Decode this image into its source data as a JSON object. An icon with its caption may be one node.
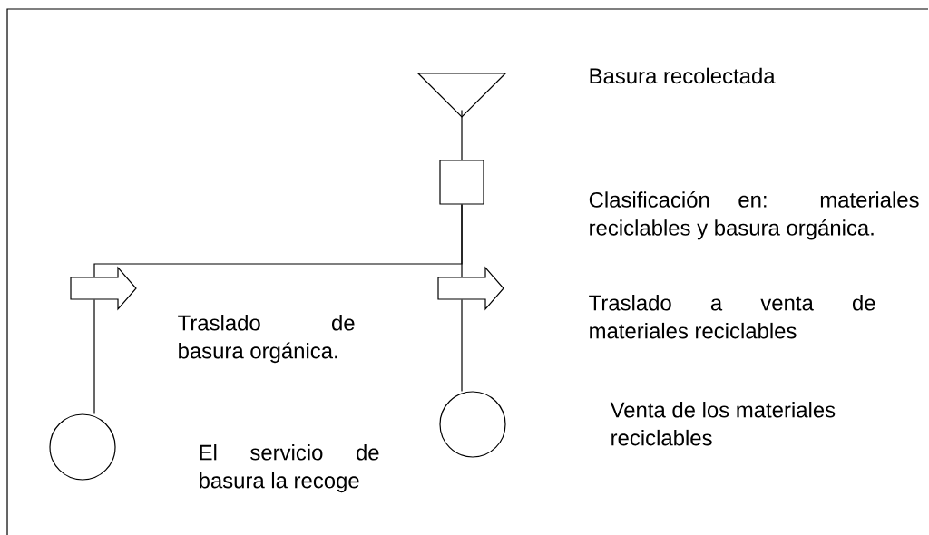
{
  "diagram": {
    "nodes": [
      {
        "text": [],
        "shape": "triangle",
        "beside": [
          "Basura recolectada"
        ]
      },
      {
        "text": [],
        "shape": "box"
      },
      {
        "text": [],
        "shape": "arrow",
        "beside": [
          "Traslado de basura orgánica."
        ]
      },
      {
        "text": [],
        "shape": "circle",
        "beside": [
          "El servicio de basura la recoge"
        ]
      },
      {
        "text": [],
        "shape": "arrow",
        "beside": [
          "Traslado a venta de materiales reciclables"
        ]
      },
      {
        "text": [],
        "shape": "circle"
      }
    ],
    "edges": [
      {
        "from": 0,
        "to": 1,
        "arrow": "none"
      },
      {
        "from": 1,
        "to": 2,
        "arrow": "none"
      },
      {
        "from": 1,
        "to": 4,
        "arrow": "none"
      },
      {
        "from": 2,
        "to": 3,
        "arrow": "none"
      },
      {
        "from": 4,
        "to": 5,
        "arrow": "none"
      }
    ],
    "labels": [
      "Clasificación en: materiales reciclables y basura orgánica.",
      "Venta de los materiales reciclables"
    ]
  }
}
